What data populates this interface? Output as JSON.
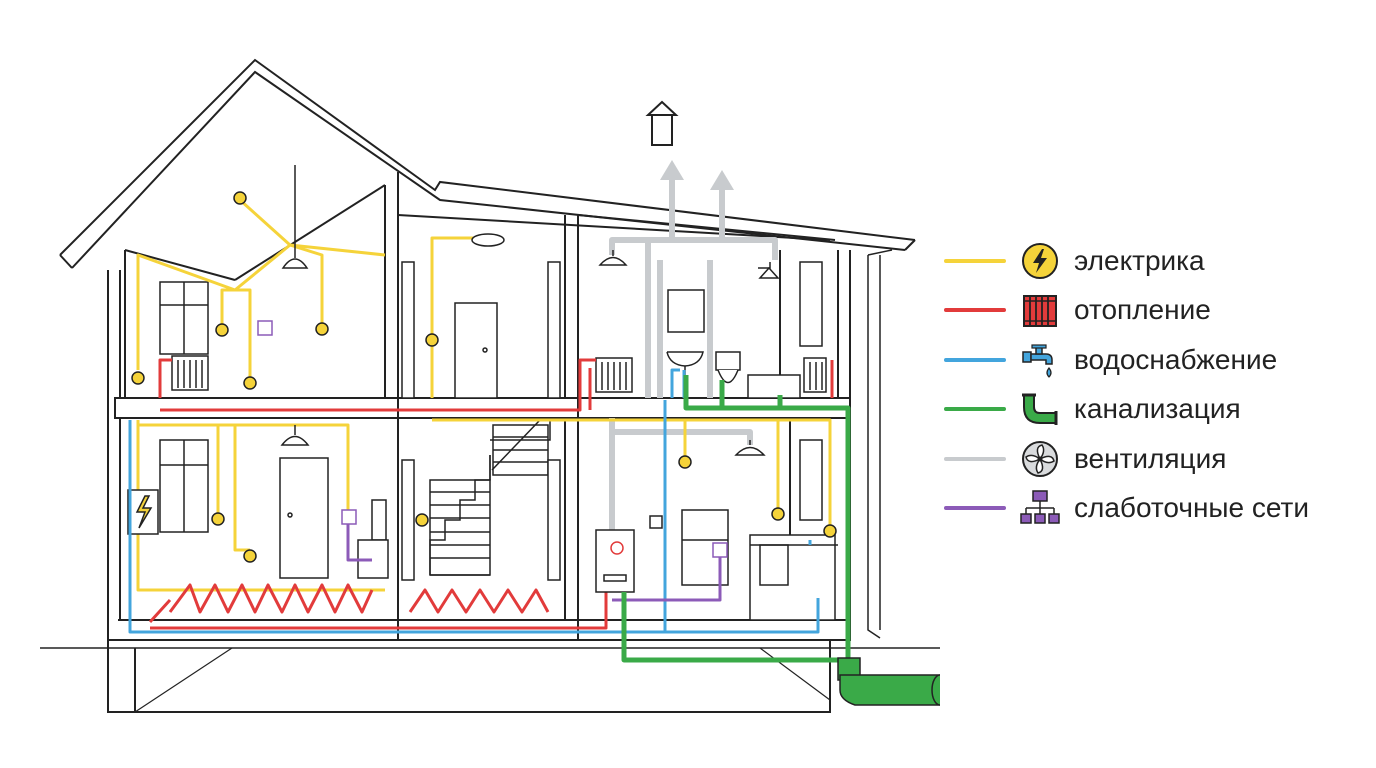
{
  "legend": {
    "items": [
      {
        "key": "electric",
        "label": "электрика",
        "color": "#F5D33A",
        "icon": "lightning-icon"
      },
      {
        "key": "heating",
        "label": "отопление",
        "color": "#E23B3B",
        "icon": "radiator-icon"
      },
      {
        "key": "water",
        "label": "водоснабжение",
        "color": "#43A5DD",
        "icon": "water-tap-icon"
      },
      {
        "key": "sewage",
        "label": "канализация",
        "color": "#3AAA48",
        "icon": "sewer-pipe-icon"
      },
      {
        "key": "ventilation",
        "label": "вентиляция",
        "color": "#C8CBCE",
        "icon": "fan-icon"
      },
      {
        "key": "lowcurrent",
        "label": "слаботочные сети",
        "color": "#8C5BB8",
        "icon": "network-icon"
      }
    ]
  }
}
